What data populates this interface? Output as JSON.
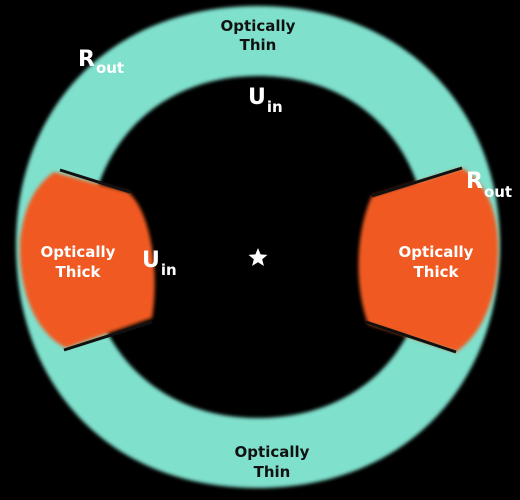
{
  "colors": {
    "background": "#000000",
    "optically_thin": "#7fe0cc",
    "optically_thick": "#f05a22",
    "text_on_thin": "#111111",
    "text_on_thick": "#ffffff",
    "text_on_background": "#ffffff",
    "star": "#ffffff",
    "divider": "#111111"
  },
  "regions": {
    "thin_top": {
      "line1": "Optically",
      "line2": "Thin"
    },
    "thin_bottom": {
      "line1": "Optically",
      "line2": "Thin"
    },
    "thick_left": {
      "line1": "Optically",
      "line2": "Thick"
    },
    "thick_right": {
      "line1": "Optically",
      "line2": "Thick"
    }
  },
  "radius_labels": {
    "r_out_top_left": {
      "main": "R",
      "sub": "out"
    },
    "r_out_right": {
      "main": "R",
      "sub": "out"
    },
    "u_in_top": {
      "main": "U",
      "sub": "in"
    },
    "u_in_left": {
      "main": "U",
      "sub": "in"
    }
  },
  "center_icon": "star-icon"
}
